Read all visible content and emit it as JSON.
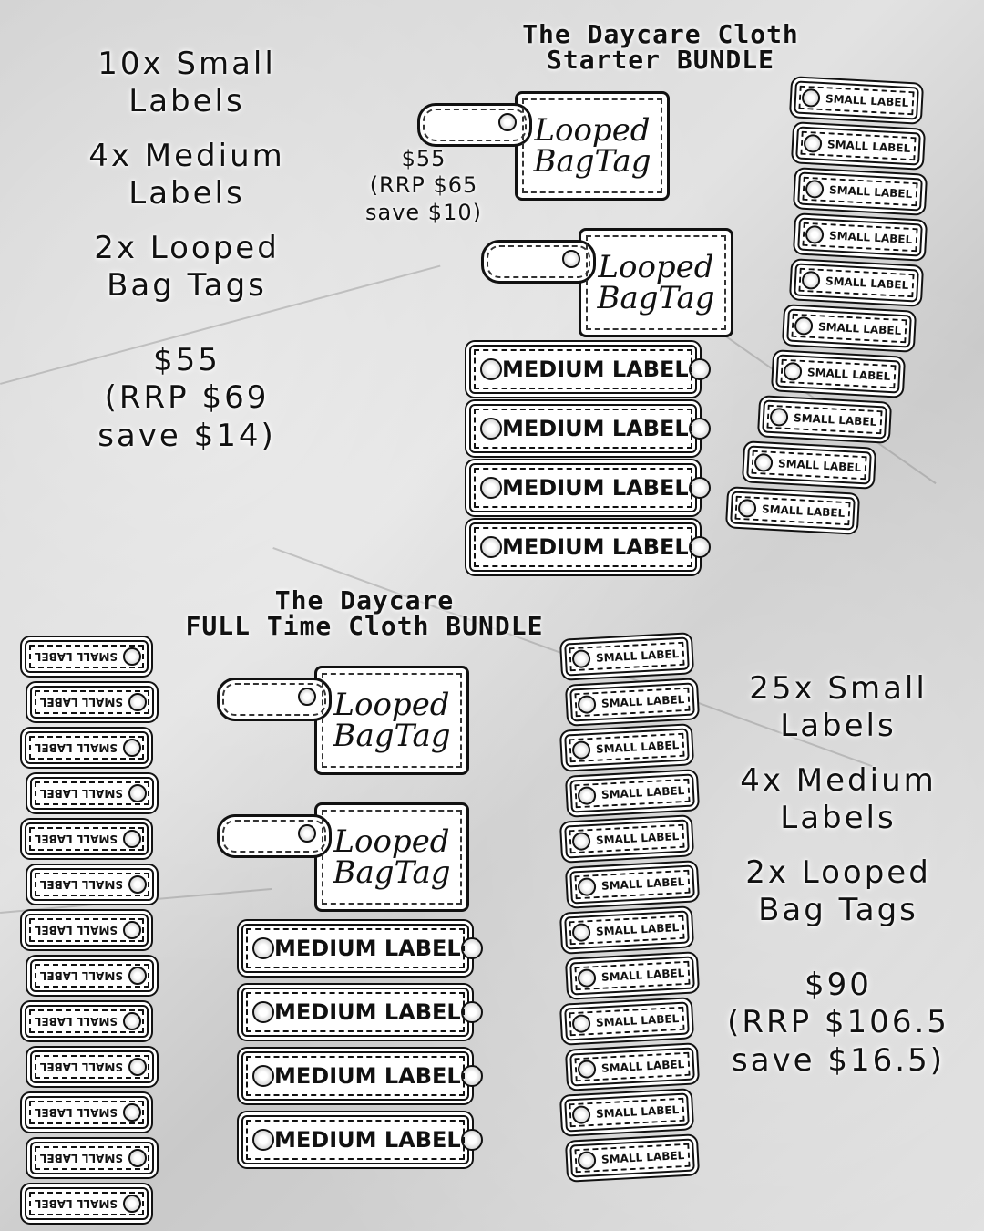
{
  "starter": {
    "title_line1": "The Daycare Cloth",
    "title_line2": "Starter BUNDLE",
    "contents": [
      "10x Small",
      "Labels",
      "4x Medium",
      "Labels",
      "2x Looped",
      "Bag Tags"
    ],
    "price": "$55",
    "rrp": "(RRP $69",
    "save": "save $14)",
    "inner_price": "$55",
    "inner_rrp": "(RRP $65",
    "inner_save": "save $10)"
  },
  "fulltime": {
    "title_line1": "The Daycare",
    "title_line2": "FULL Time Cloth BUNDLE",
    "contents": [
      "25x Small",
      "Labels",
      "4x Medium",
      "Labels",
      "2x Looped",
      "Bag Tags"
    ],
    "price": "$90",
    "rrp": "(RRP $106.5",
    "save": "save $16.5)"
  },
  "labels": {
    "small": "SMALL LABEL",
    "medium": "MEDIUM LABEL",
    "tag_line1": "Looped",
    "tag_line2": "BagTag"
  }
}
